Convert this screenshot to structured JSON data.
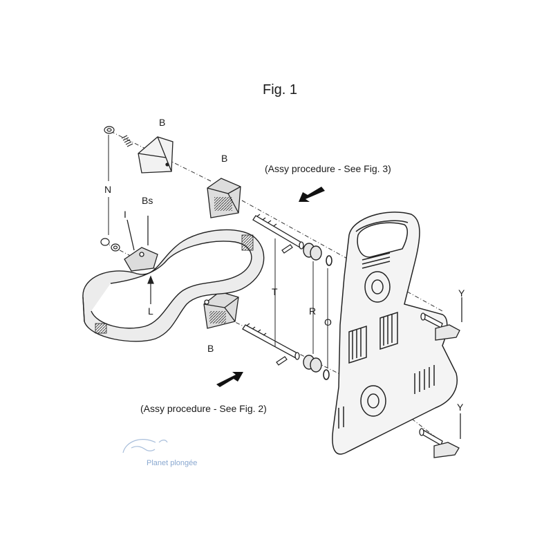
{
  "figure": {
    "title": "Fig. 1"
  },
  "notes": {
    "fig3": "(Assy procedure - See Fig. 3)",
    "fig2": "(Assy procedure - See Fig. 2)"
  },
  "labels": {
    "b_top": "B",
    "b_mid": "B",
    "b_low": "B",
    "n": "N",
    "bs": "Bs",
    "i": "I",
    "l": "L",
    "t": "T",
    "r": "R",
    "o": "O",
    "y_top": "Y",
    "y_low": "Y"
  },
  "watermark": {
    "text": "Planet plongée"
  },
  "colors": {
    "ink": "#1a1a1a",
    "line": "#2a2a2a",
    "watermark": "#8aa8d0"
  }
}
